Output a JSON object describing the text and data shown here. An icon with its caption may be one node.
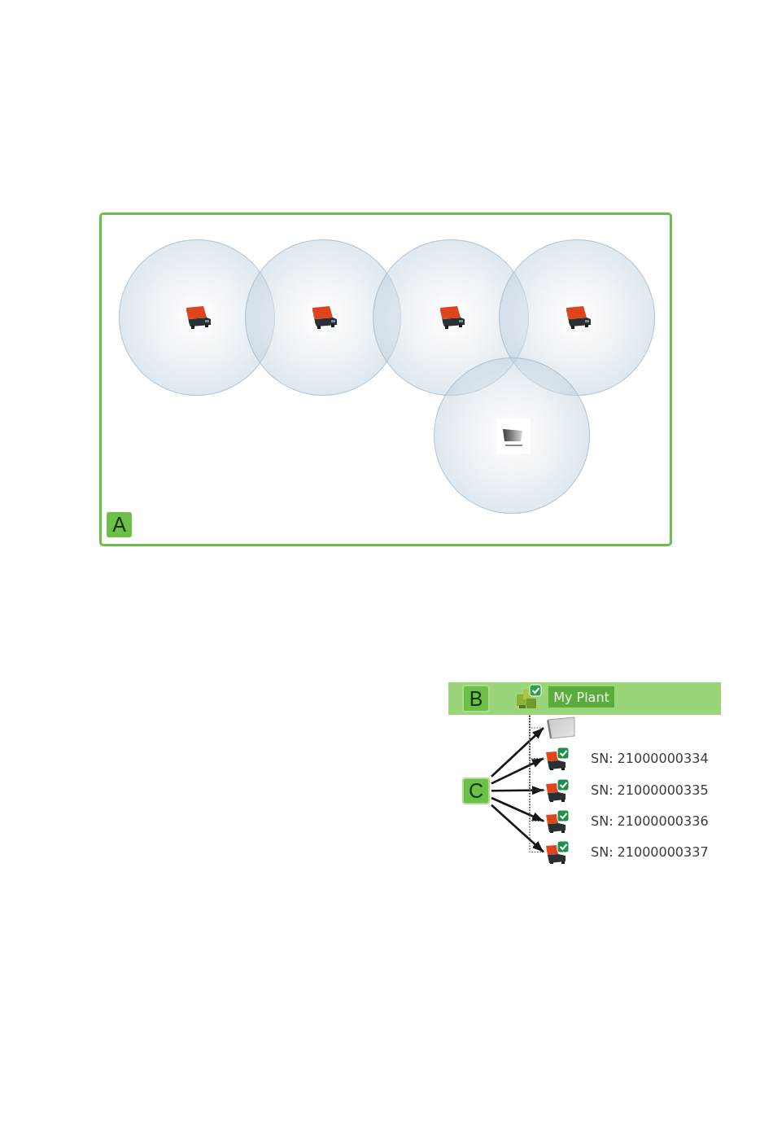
{
  "diagram": {
    "nodes": [
      {
        "text": [],
        "shape": "box"
      },
      {
        "text": [],
        "shape": "circle",
        "in": 0
      },
      {
        "text": [],
        "shape": "picture",
        "in": 1
      },
      {
        "text": [],
        "shape": "circle",
        "in": 0
      },
      {
        "text": [],
        "shape": "picture",
        "in": 3
      },
      {
        "text": [],
        "shape": "circle",
        "in": 0
      },
      {
        "text": [],
        "shape": "picture",
        "in": 5
      },
      {
        "text": [],
        "shape": "circle",
        "in": 0
      },
      {
        "text": [],
        "shape": "picture",
        "in": 7
      },
      {
        "text": [],
        "shape": "circle",
        "in": 0
      },
      {
        "text": [],
        "shape": "picture",
        "in": 9
      },
      {
        "text": [
          "A"
        ],
        "in": 0
      },
      {
        "text": [],
        "shape": "box"
      },
      {
        "text": [
          "B"
        ],
        "in": 12
      },
      {
        "text": [],
        "shape": "picture",
        "in": 12
      },
      {
        "text": [
          "My Plant"
        ],
        "in": 12
      },
      {
        "text": [
          "C"
        ]
      },
      {
        "text": [],
        "shape": "picture"
      },
      {
        "text": [],
        "shape": "picture",
        "beside": [
          "SN: 21000000334"
        ]
      },
      {
        "text": [],
        "shape": "picture",
        "beside": [
          "SN: 21000000335"
        ]
      },
      {
        "text": [],
        "shape": "picture",
        "beside": [
          "SN: 21000000336"
        ]
      },
      {
        "text": [],
        "shape": "picture",
        "beside": [
          "SN: 21000000337"
        ]
      }
    ],
    "edges": [
      {
        "from": 16,
        "to": 17,
        "arrow": "to"
      },
      {
        "from": 16,
        "to": 18,
        "arrow": "to"
      },
      {
        "from": 16,
        "to": 19,
        "arrow": "to"
      },
      {
        "from": 16,
        "to": 20,
        "arrow": "to"
      },
      {
        "from": 16,
        "to": 21,
        "arrow": "to"
      },
      {
        "from": 14,
        "to": 17,
        "arrow": "none",
        "style": "dashed"
      },
      {
        "from": 14,
        "to": 18,
        "arrow": "none",
        "style": "dashed"
      },
      {
        "from": 14,
        "to": 19,
        "arrow": "none",
        "style": "dashed"
      },
      {
        "from": 14,
        "to": 20,
        "arrow": "none",
        "style": "dashed"
      },
      {
        "from": 14,
        "to": 21,
        "arrow": "none",
        "style": "dashed"
      }
    ]
  }
}
